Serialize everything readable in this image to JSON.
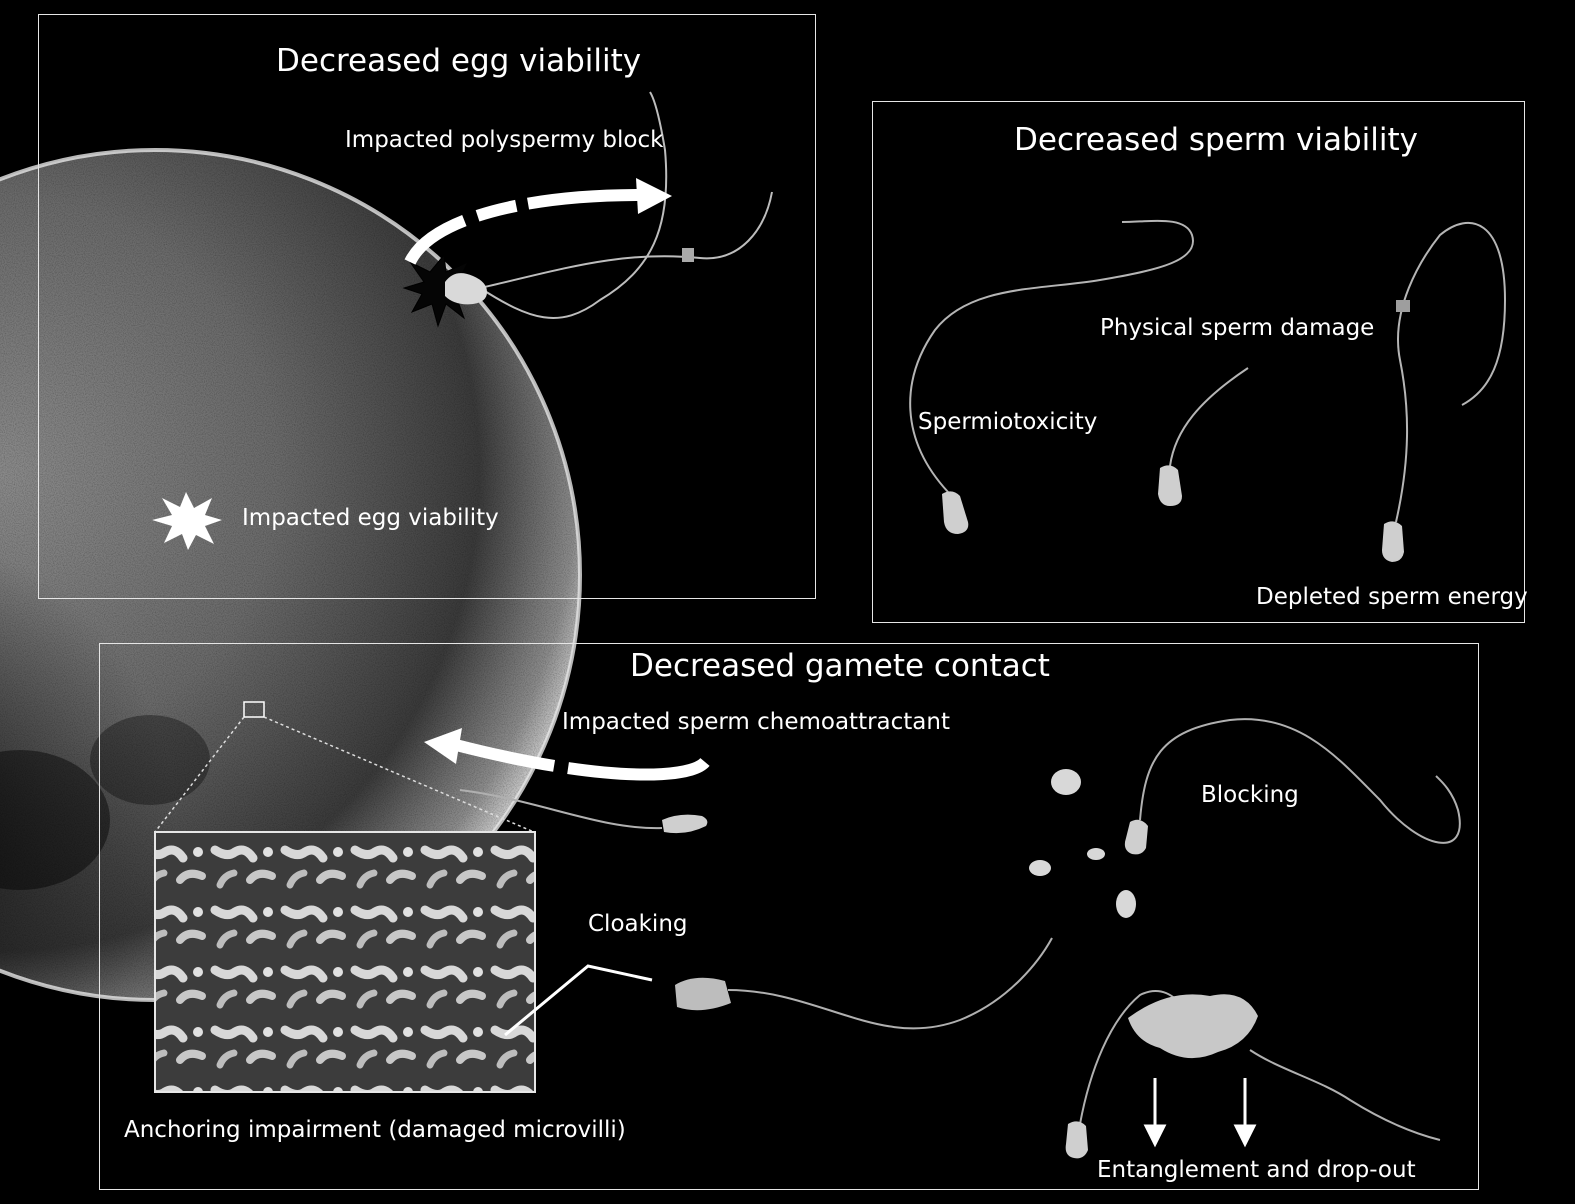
{
  "panels": {
    "egg": {
      "title": "Decreased egg viability",
      "labels": {
        "polyspermy": "Impacted polyspermy block",
        "egg_viability": "Impacted egg viability"
      }
    },
    "sperm": {
      "title": "Decreased sperm viability",
      "labels": {
        "physical_damage": "Physical sperm damage",
        "spermiotoxicity": "Spermiotoxicity",
        "energy": "Depleted sperm energy"
      }
    },
    "gamete": {
      "title": "Decreased gamete contact",
      "labels": {
        "chemoattractant": "Impacted sperm chemoattractant",
        "blocking": "Blocking",
        "cloaking": "Cloaking",
        "anchoring": "Anchoring impairment (damaged microvilli)",
        "entanglement": "Entanglement and drop-out"
      }
    }
  },
  "icons": {
    "egg": "egg-cell-icon",
    "sperm": "sperm-cell-icon",
    "burst": "starburst-icon",
    "microplastic": "particle-icon",
    "arrow": "curved-arrow-icon"
  }
}
